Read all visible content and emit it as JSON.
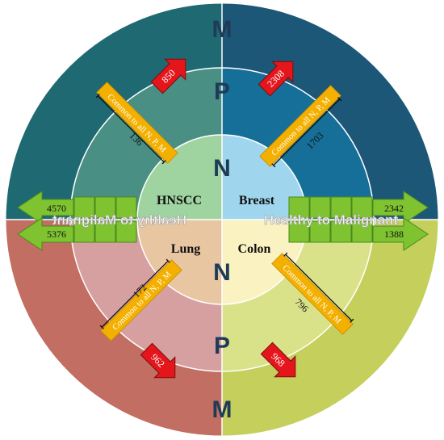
{
  "colors": {
    "nw_outer": "#1f6a72",
    "nw_mid": "#4a8f84",
    "nw_inner": "#9fd3a0",
    "ne_outer": "#1d5777",
    "ne_mid": "#166f99",
    "ne_inner": "#9fd6ee",
    "sw_outer": "#c26e62",
    "sw_mid": "#d7a0a0",
    "sw_inner": "#e8c6a2",
    "se_outer": "#c4cf5c",
    "se_mid": "#dae289",
    "se_inner": "#fbf2c2",
    "arrow_red": "#e5161b",
    "bar_orange": "#f4b000",
    "arrow_green": "#7fc330"
  },
  "stages": {
    "top_outer": "M",
    "top_mid": "P",
    "top_inner": "N",
    "bottom_inner": "N",
    "bottom_mid": "P",
    "bottom_outer": "M"
  },
  "cancers": {
    "nw": "HNSCC",
    "ne": "Breast",
    "sw": "Lung",
    "se": "Colon"
  },
  "common": {
    "label": "Common to all N, P, M",
    "nw": "136",
    "ne": "1703",
    "sw": "172",
    "se": "796"
  },
  "red_arrows": {
    "nw": "850",
    "ne": "2308",
    "sw": "962",
    "se": "968"
  },
  "green_arrows": {
    "left_top": "4570",
    "left_bottom": "5376",
    "right_top": "2342",
    "right_bottom": "1388"
  },
  "direction_text": {
    "left": "Healthy to Malignant",
    "right": "Healthy to Malignant"
  }
}
